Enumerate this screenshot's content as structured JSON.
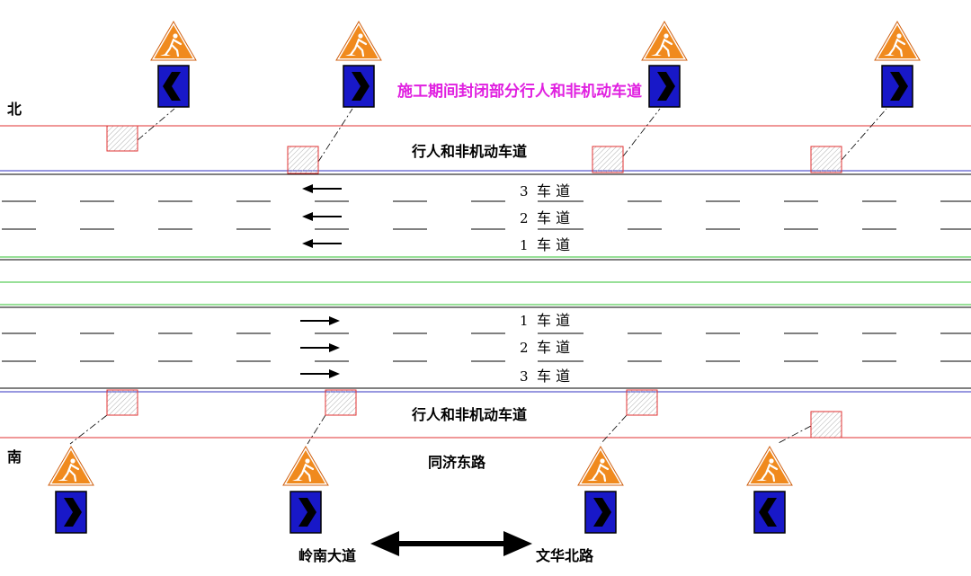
{
  "labels": {
    "north": "北",
    "south": "南",
    "closure_note": "施工期间封闭部分行人和非机动车道",
    "sidewalk_north": "行人和非机动车道",
    "sidewalk_south": "行人和非机动车道",
    "road_name": "同济东路",
    "dir_left": "岭南大道",
    "dir_right": "文华北路"
  },
  "lanes_north": [
    {
      "num": "3",
      "label": "车 道"
    },
    {
      "num": "2",
      "label": "车 道"
    },
    {
      "num": "1",
      "label": "车 道"
    }
  ],
  "lanes_south": [
    {
      "num": "1",
      "label": "车 道"
    },
    {
      "num": "2",
      "label": "车 道"
    },
    {
      "num": "3",
      "label": "车 道"
    }
  ],
  "colors": {
    "boundary": "#e03030",
    "median": "#30c030",
    "sidewalk_edge": "#3030c0",
    "note": "#e020e0",
    "sign_orange": "#f08a1e",
    "chevron_blue": "#1818c8"
  },
  "icons": {
    "work_sign": "road-work-warning-icon",
    "chevron": "chevron-direction-icon",
    "traffic_arrow": "traffic-arrow-icon",
    "direction_arrow": "double-arrow-icon"
  }
}
